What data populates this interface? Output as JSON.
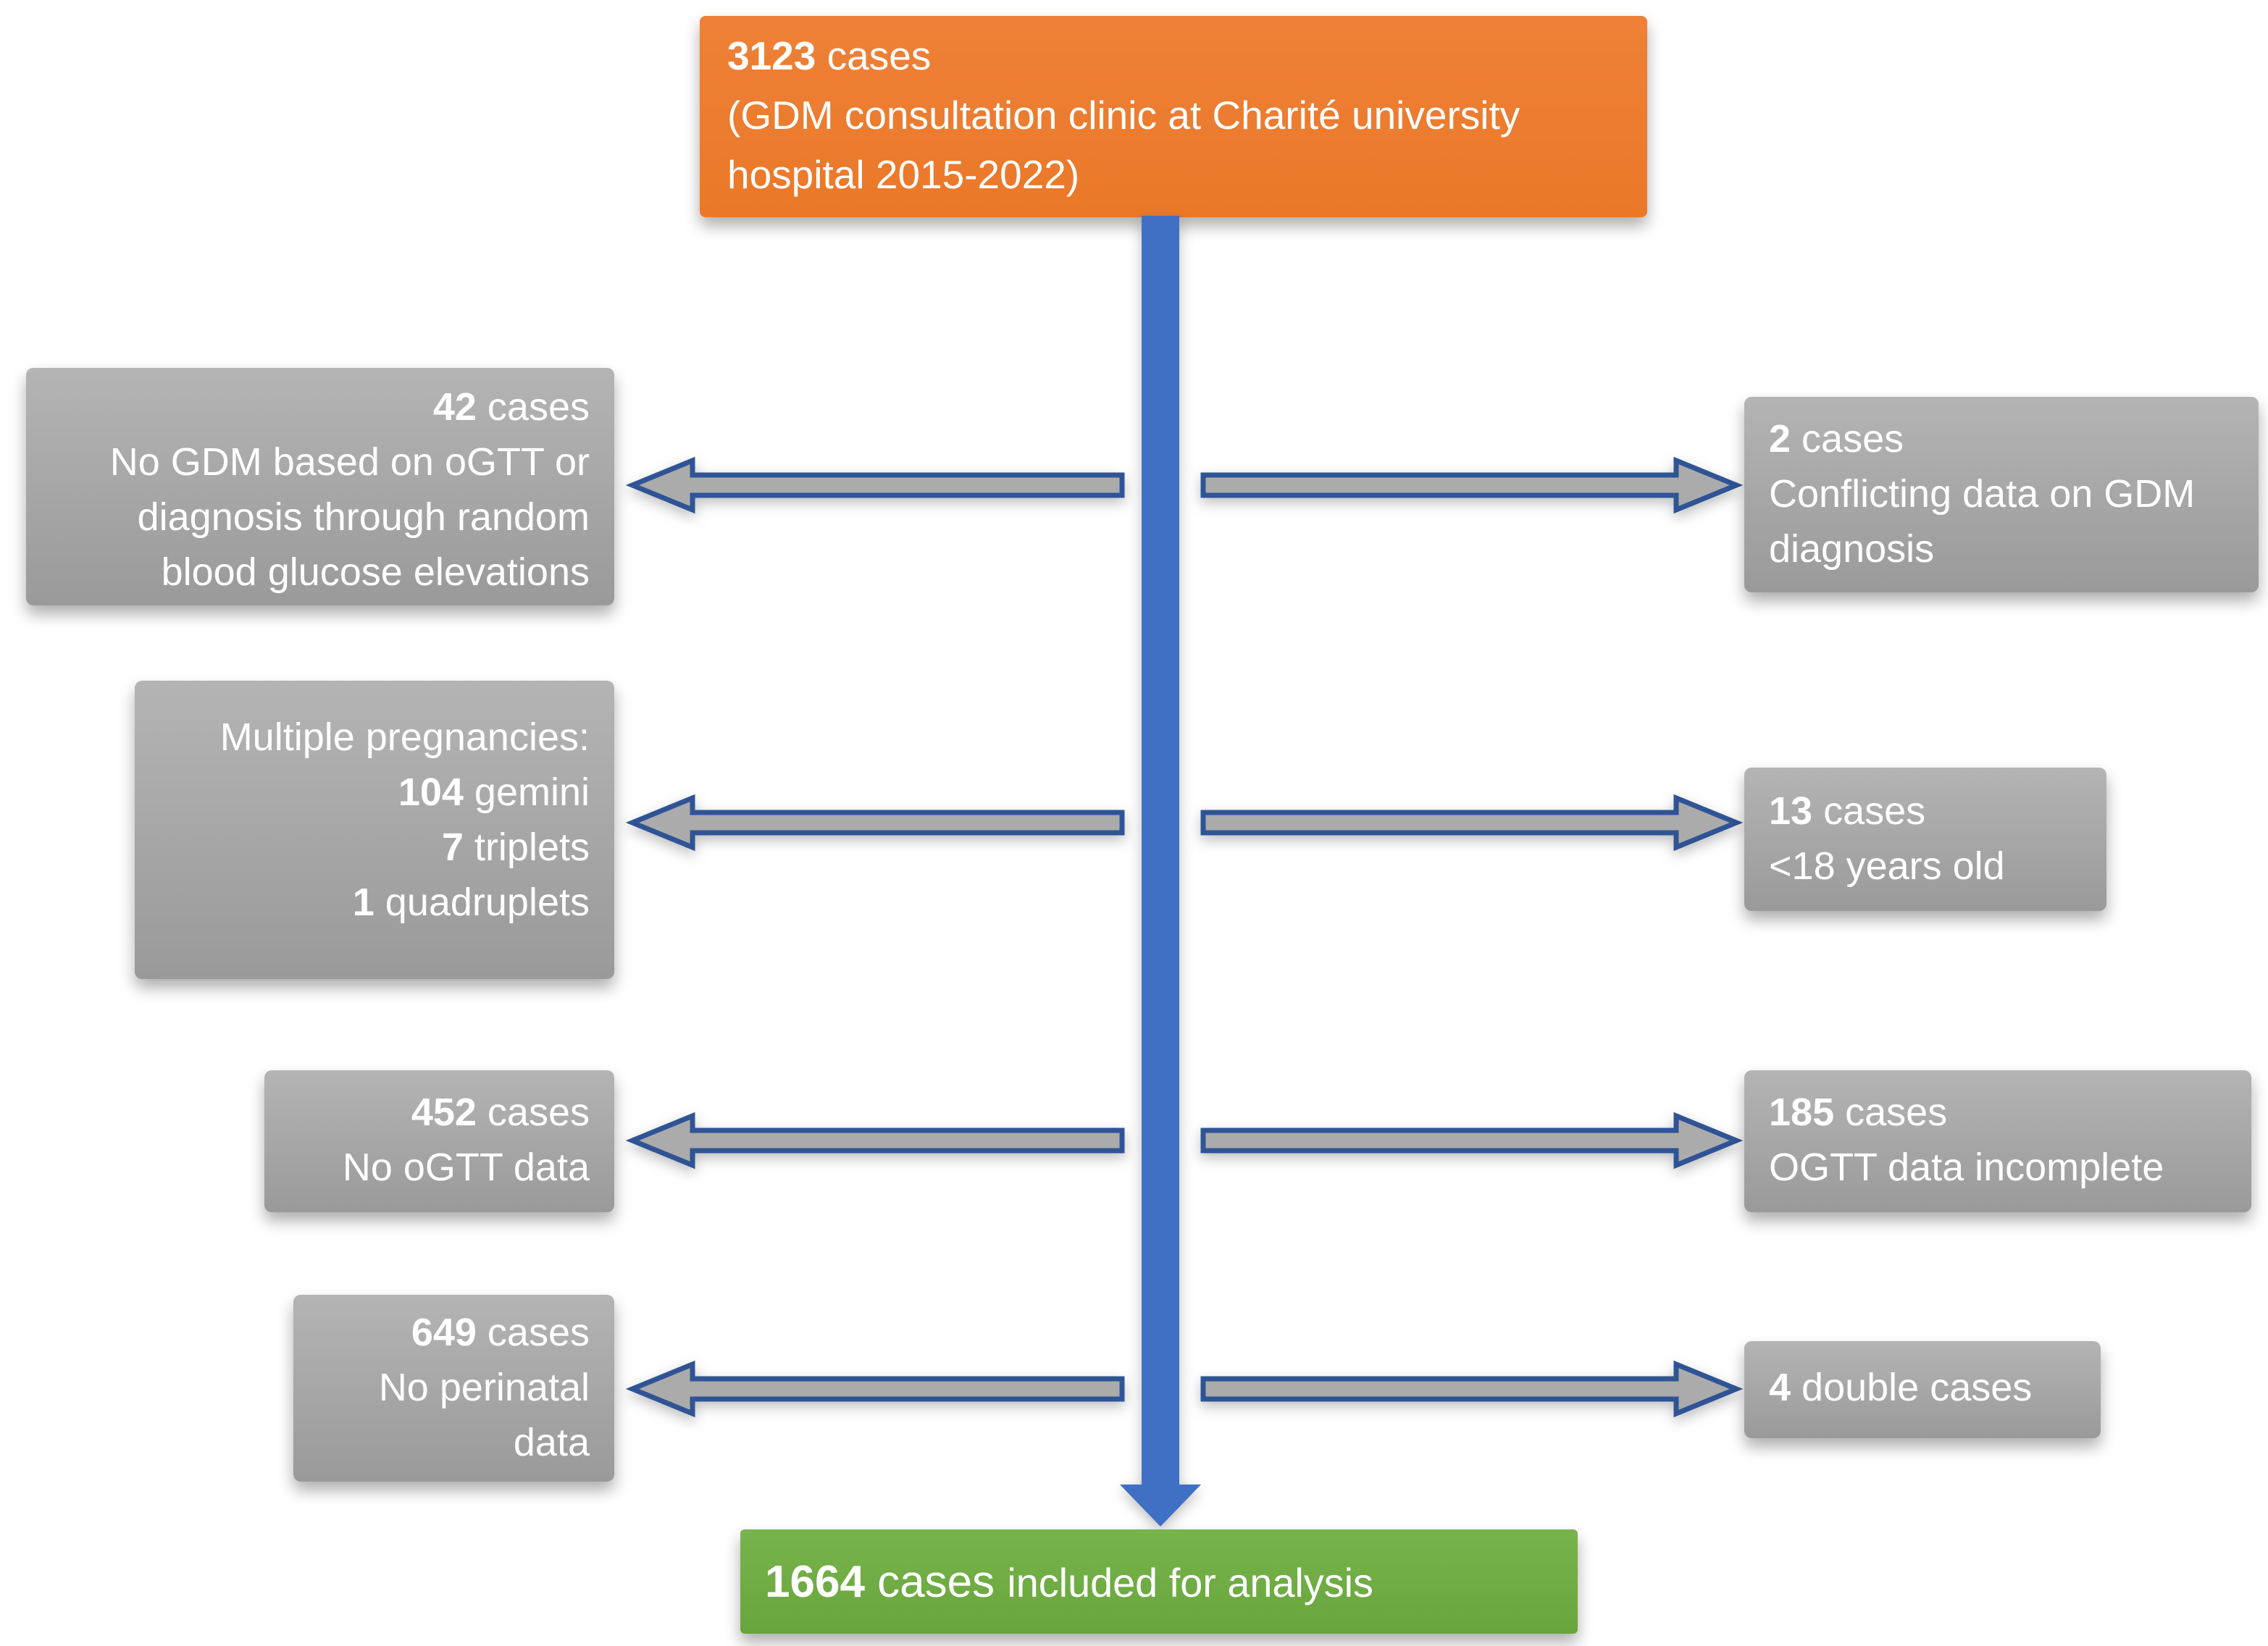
{
  "colors": {
    "source_box_fill": "#ED7D31",
    "excluded_box_fill": "#A9A9A9",
    "result_box_fill": "#70AD47",
    "flow_arrow_fill": "#4070C4",
    "exclusion_arrow_fill": "#ABABAB",
    "exclusion_arrow_outline": "#2F5496",
    "text": "#FFFFFF"
  },
  "icons": {
    "main_flow": "down-arrow",
    "exclusion_left": "left-arrow",
    "exclusion_right": "right-arrow"
  },
  "source_box": {
    "lines": [
      [
        {
          "t": "3123",
          "b": true
        },
        {
          "t": " cases"
        }
      ],
      [
        {
          "t": "(GDM consultation clinic at Charité university"
        }
      ],
      [
        {
          "t": "hospital 2015-2022)"
        }
      ]
    ]
  },
  "left_exclusions": [
    {
      "lines": [
        [
          {
            "t": "42",
            "b": true
          },
          {
            "t": " cases"
          }
        ],
        [
          {
            "t": "No GDM based on oGTT or"
          }
        ],
        [
          {
            "t": "diagnosis through random"
          }
        ],
        [
          {
            "t": "blood glucose elevations"
          }
        ]
      ]
    },
    {
      "lines": [
        [
          {
            "t": "Multiple pregnancies:"
          }
        ],
        [
          {
            "t": "104",
            "b": true
          },
          {
            "t": " gemini"
          }
        ],
        [
          {
            "t": "7",
            "b": true
          },
          {
            "t": " triplets"
          }
        ],
        [
          {
            "t": "1",
            "b": true
          },
          {
            "t": " quadruplets"
          }
        ]
      ]
    },
    {
      "lines": [
        [
          {
            "t": "452",
            "b": true
          },
          {
            "t": " cases"
          }
        ],
        [
          {
            "t": "No oGTT data"
          }
        ]
      ]
    },
    {
      "lines": [
        [
          {
            "t": "649",
            "b": true
          },
          {
            "t": " cases"
          }
        ],
        [
          {
            "t": "No perinatal"
          }
        ],
        [
          {
            "t": "data"
          }
        ]
      ]
    }
  ],
  "right_exclusions": [
    {
      "lines": [
        [
          {
            "t": "2",
            "b": true
          },
          {
            "t": " cases"
          }
        ],
        [
          {
            "t": "Conflicting data on GDM"
          }
        ],
        [
          {
            "t": "diagnosis"
          }
        ]
      ]
    },
    {
      "lines": [
        [
          {
            "t": "13",
            "b": true
          },
          {
            "t": " cases"
          }
        ],
        [
          {
            "t": "<18 years old"
          }
        ]
      ]
    },
    {
      "lines": [
        [
          {
            "t": "185",
            "b": true
          },
          {
            "t": " cases"
          }
        ],
        [
          {
            "t": "OGTT data incomplete"
          }
        ]
      ]
    },
    {
      "lines": [
        [
          {
            "t": "4",
            "b": true
          },
          {
            "t": " double cases"
          }
        ]
      ]
    }
  ],
  "result_box": {
    "lines": [
      [
        {
          "t": "1664",
          "b": true
        },
        {
          "t": " cases "
        },
        {
          "t": "included for analysis",
          "s": true
        }
      ]
    ]
  }
}
